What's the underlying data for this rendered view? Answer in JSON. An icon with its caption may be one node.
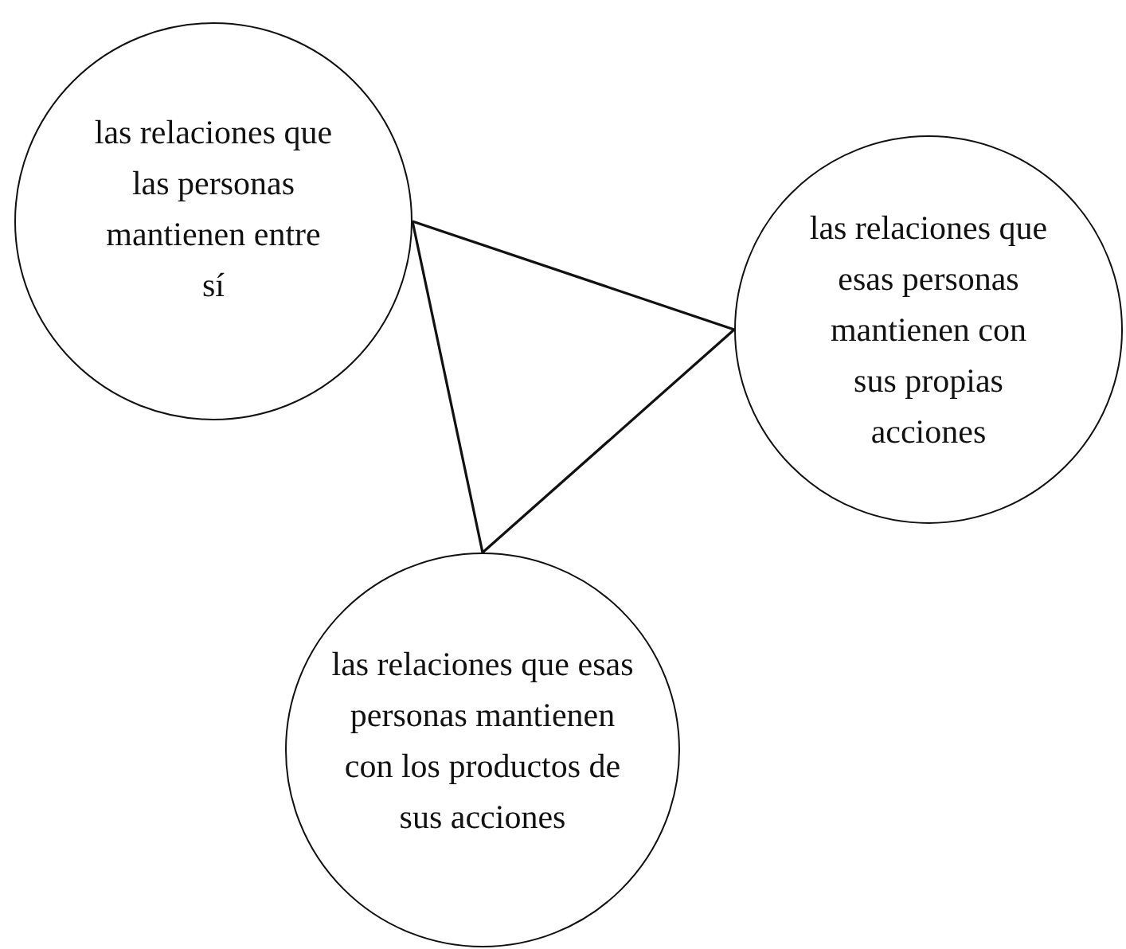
{
  "diagram": {
    "nodes": [
      {
        "text": [
          "las relaciones que las personas mantienen entre sí"
        ]
      },
      {
        "text": [
          "las relaciones que esas personas mantienen con sus propias acciones"
        ]
      },
      {
        "text": [
          "las relaciones que esas personas mantienen con los productos de sus acciones"
        ]
      }
    ],
    "edges": [
      {
        "from": 0,
        "to": 1,
        "arrow": "none"
      },
      {
        "from": 1,
        "to": 2,
        "arrow": "none"
      },
      {
        "from": 0,
        "to": 2,
        "arrow": "none"
      }
    ]
  }
}
